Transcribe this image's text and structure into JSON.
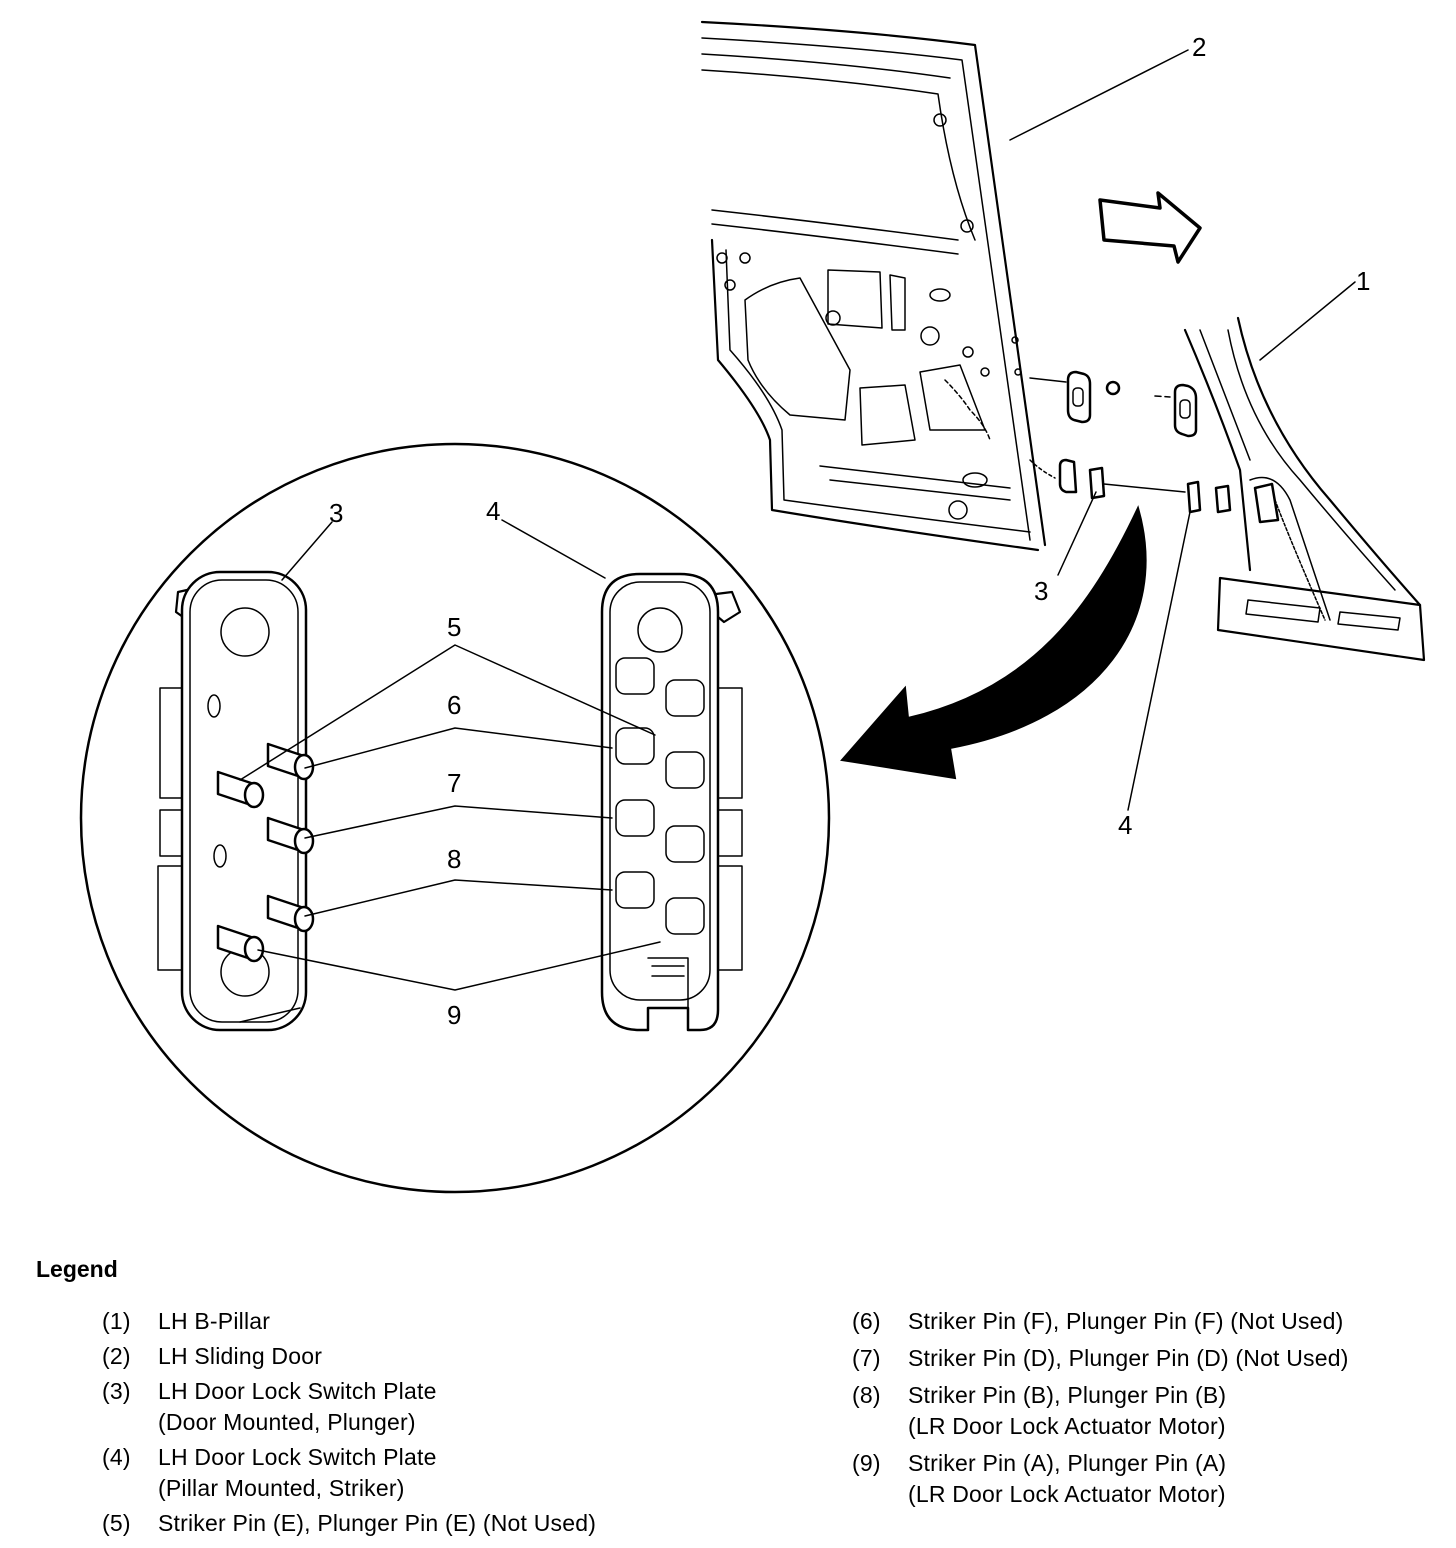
{
  "callouts": {
    "c1": "1",
    "c2": "2",
    "c3": "3",
    "c4": "4",
    "c3_detail": "3",
    "c4_detail": "4",
    "c5": "5",
    "c6": "6",
    "c7": "7",
    "c8": "8",
    "c9": "9"
  },
  "legend": {
    "title": "Legend",
    "items": [
      {
        "num": "(1)",
        "text": "LH B-Pillar"
      },
      {
        "num": "(2)",
        "text": "LH Sliding Door"
      },
      {
        "num": "(3)",
        "text": "LH Door Lock Switch Plate\n(Door Mounted, Plunger)"
      },
      {
        "num": "(4)",
        "text": "LH Door Lock Switch Plate\n(Pillar Mounted, Striker)"
      },
      {
        "num": "(5)",
        "text": "Striker Pin (E), Plunger Pin (E) (Not Used)"
      },
      {
        "num": "(6)",
        "text": "Striker Pin (F), Plunger Pin (F) (Not Used)"
      },
      {
        "num": "(7)",
        "text": "Striker Pin (D), Plunger Pin (D) (Not Used)"
      },
      {
        "num": "(8)",
        "text": "Striker Pin (B), Plunger Pin (B)\n(LR Door Lock Actuator Motor)"
      },
      {
        "num": "(9)",
        "text": "Striker Pin (A), Plunger Pin (A)\n(LR Door Lock Actuator Motor)"
      }
    ]
  }
}
